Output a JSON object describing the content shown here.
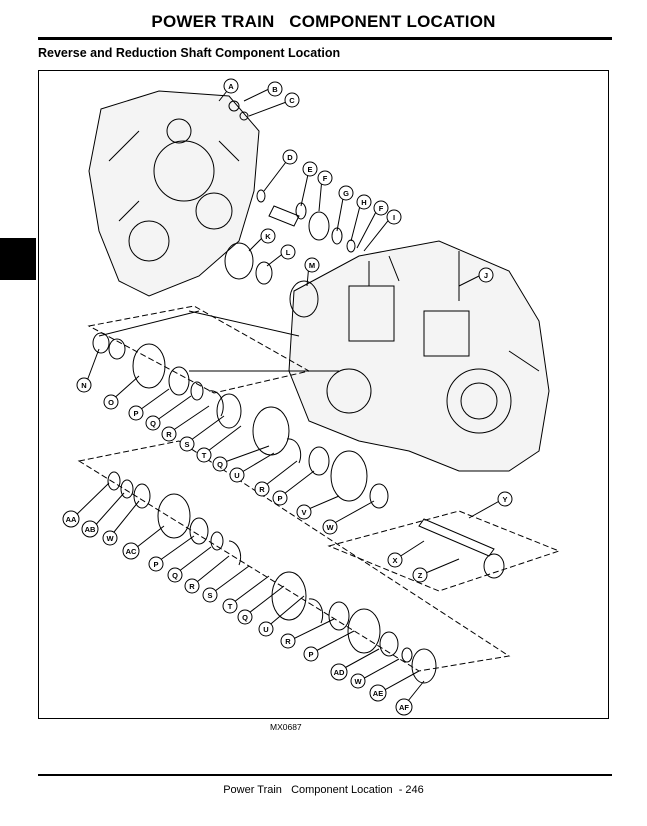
{
  "header": {
    "title": "POWER TRAIN   COMPONENT LOCATION",
    "subtitle": "Reverse and Reduction Shaft Component Location"
  },
  "figure": {
    "code": "MX0687",
    "callouts": [
      {
        "label": "A"
      },
      {
        "label": "B"
      },
      {
        "label": "C"
      },
      {
        "label": "D"
      },
      {
        "label": "E"
      },
      {
        "label": "F"
      },
      {
        "label": "G"
      },
      {
        "label": "H"
      },
      {
        "label": "F"
      },
      {
        "label": "I"
      },
      {
        "label": "K"
      },
      {
        "label": "L"
      },
      {
        "label": "M"
      },
      {
        "label": "J"
      },
      {
        "label": "N"
      },
      {
        "label": "O"
      },
      {
        "label": "P"
      },
      {
        "label": "Q"
      },
      {
        "label": "R"
      },
      {
        "label": "S"
      },
      {
        "label": "T"
      },
      {
        "label": "Q"
      },
      {
        "label": "U"
      },
      {
        "label": "R"
      },
      {
        "label": "P"
      },
      {
        "label": "V"
      },
      {
        "label": "W"
      },
      {
        "label": "Y"
      },
      {
        "label": "AA"
      },
      {
        "label": "AB"
      },
      {
        "label": "W"
      },
      {
        "label": "AC"
      },
      {
        "label": "X"
      },
      {
        "label": "P"
      },
      {
        "label": "Z"
      },
      {
        "label": "Q"
      },
      {
        "label": "R"
      },
      {
        "label": "S"
      },
      {
        "label": "T"
      },
      {
        "label": "Q"
      },
      {
        "label": "U"
      },
      {
        "label": "R"
      },
      {
        "label": "P"
      },
      {
        "label": "AD"
      },
      {
        "label": "W"
      },
      {
        "label": "AE"
      },
      {
        "label": "AF"
      }
    ]
  },
  "footer": {
    "text": "Power Train   Component Location  - 246"
  }
}
